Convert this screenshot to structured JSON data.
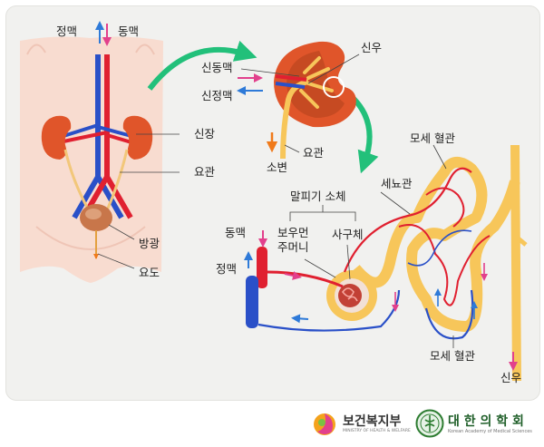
{
  "labels": {
    "vein": "정맥",
    "artery": "동맥",
    "kidney": "신장",
    "ureter": "요관",
    "bladder": "방광",
    "urethra": "요도",
    "renal_pelvis": "신우",
    "renal_artery": "신동맥",
    "renal_vein": "신정맥",
    "ureter_detail": "요관",
    "urine": "소변",
    "capillary_top": "모세 혈관",
    "tubule": "세뇨관",
    "malpighian": "말피기 소체",
    "bowman_capsule_line1": "보우먼",
    "bowman_capsule_line2": "주머니",
    "glomerulus": "사구체",
    "artery_nephron": "동맥",
    "vein_nephron": "정맥",
    "capillary_bottom": "모세 혈관",
    "renal_pelvis_nephron": "신우"
  },
  "footer": {
    "ministry_name": "보건복지부",
    "ministry_sub": "MINISTRY OF HEALTH & WELFARE",
    "academy_name": "대 한 의 학 회",
    "academy_sub": "Korean Academy of Medical Sciences"
  },
  "colors": {
    "artery": "#e02030",
    "vein": "#2a50c8",
    "kidney": "#e0552a",
    "tubule": "#f7c65a",
    "skin": "#f8dcd0",
    "arrow_green": "#22c07a",
    "arrow_pink": "#e2408c",
    "arrow_orange": "#f07a1a",
    "arrow_blue": "#2e7ad8"
  }
}
